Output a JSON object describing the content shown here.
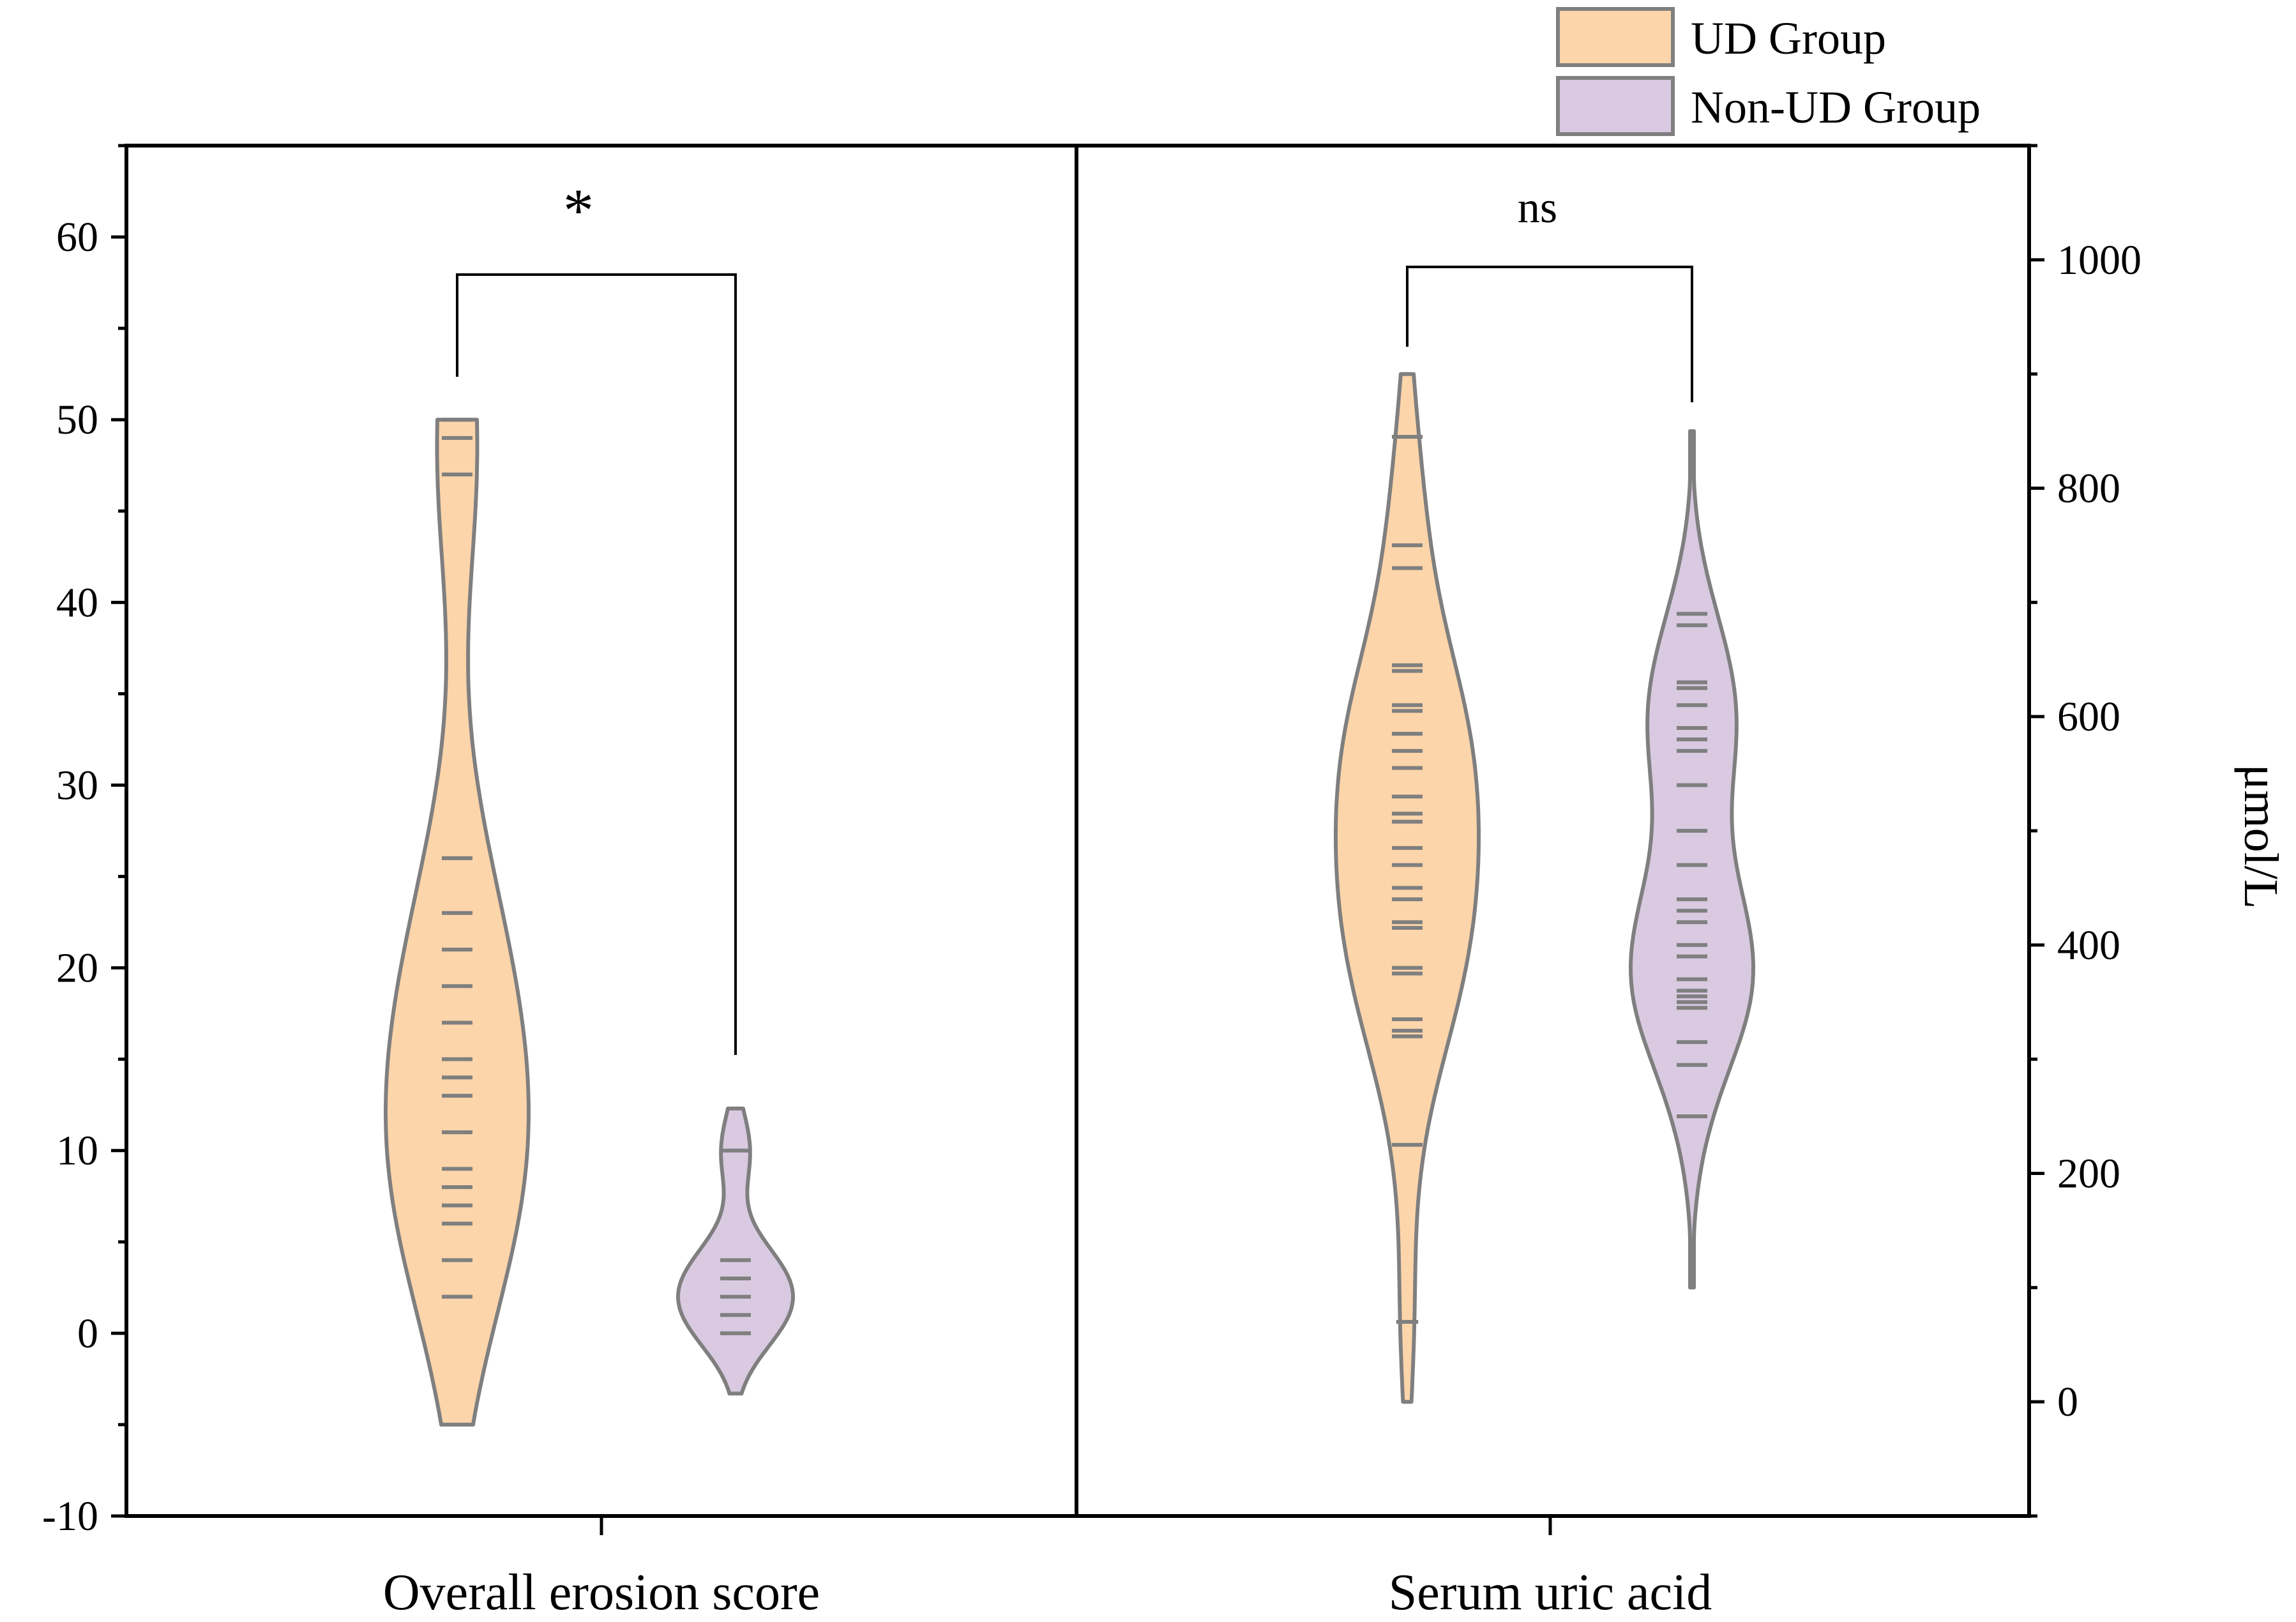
{
  "chart_data": {
    "type": "violin",
    "legend": {
      "placement": "top-right",
      "entries": [
        {
          "label": "UD Group",
          "color": "#FDD5AB"
        },
        {
          "label": "Non-UD Group",
          "color": "#D9CAE2"
        }
      ]
    },
    "outline_color": "#7F7F7F",
    "panels": [
      {
        "category": "Overall erosion score",
        "axis_side": "left",
        "ylabel": "",
        "ylim": [
          -10,
          65
        ],
        "ticks": [
          "-10",
          "0",
          "10",
          "20",
          "30",
          "40",
          "50",
          "60"
        ],
        "tick_values": [
          -10,
          0,
          10,
          20,
          30,
          40,
          50,
          60
        ],
        "minor_tick_step": 5,
        "significance": "*",
        "series": [
          {
            "name": "UD Group",
            "points": [
              50,
              49,
              47,
              26,
              23,
              21,
              19,
              17,
              15,
              14,
              13,
              11,
              9,
              8,
              7,
              6,
              4,
              2
            ],
            "range": [
              -5,
              50
            ]
          },
          {
            "name": "Non-UD Group",
            "points": [
              10,
              4,
              3,
              2,
              1,
              0
            ],
            "range": [
              -3.3,
              12.3
            ]
          }
        ]
      },
      {
        "category": "Serum uric acid",
        "axis_side": "right",
        "ylabel": "μmol/L",
        "ylim": [
          -100,
          1100
        ],
        "ticks": [
          "0",
          "200",
          "400",
          "600",
          "800",
          "1000"
        ],
        "tick_values": [
          0,
          200,
          400,
          600,
          800,
          1000
        ],
        "minor_tick_step": 100,
        "significance": "ns",
        "series": [
          {
            "name": "UD Group",
            "points": [
              845,
              750,
              730,
              645,
              640,
              610,
              605,
              585,
              570,
              555,
              530,
              515,
              508,
              485,
              470,
              450,
              440,
              420,
              415,
              380,
              375,
              335,
              325,
              320,
              225,
              70
            ],
            "range": [
              0,
              900
            ]
          },
          {
            "name": "Non-UD Group",
            "points": [
              690,
              680,
              630,
              625,
              610,
              590,
              580,
              570,
              540,
              500,
              470,
              440,
              430,
              420,
              400,
              390,
              370,
              360,
              355,
              350,
              345,
              315,
              295,
              250
            ],
            "range": [
              100,
              850
            ]
          }
        ]
      }
    ]
  }
}
